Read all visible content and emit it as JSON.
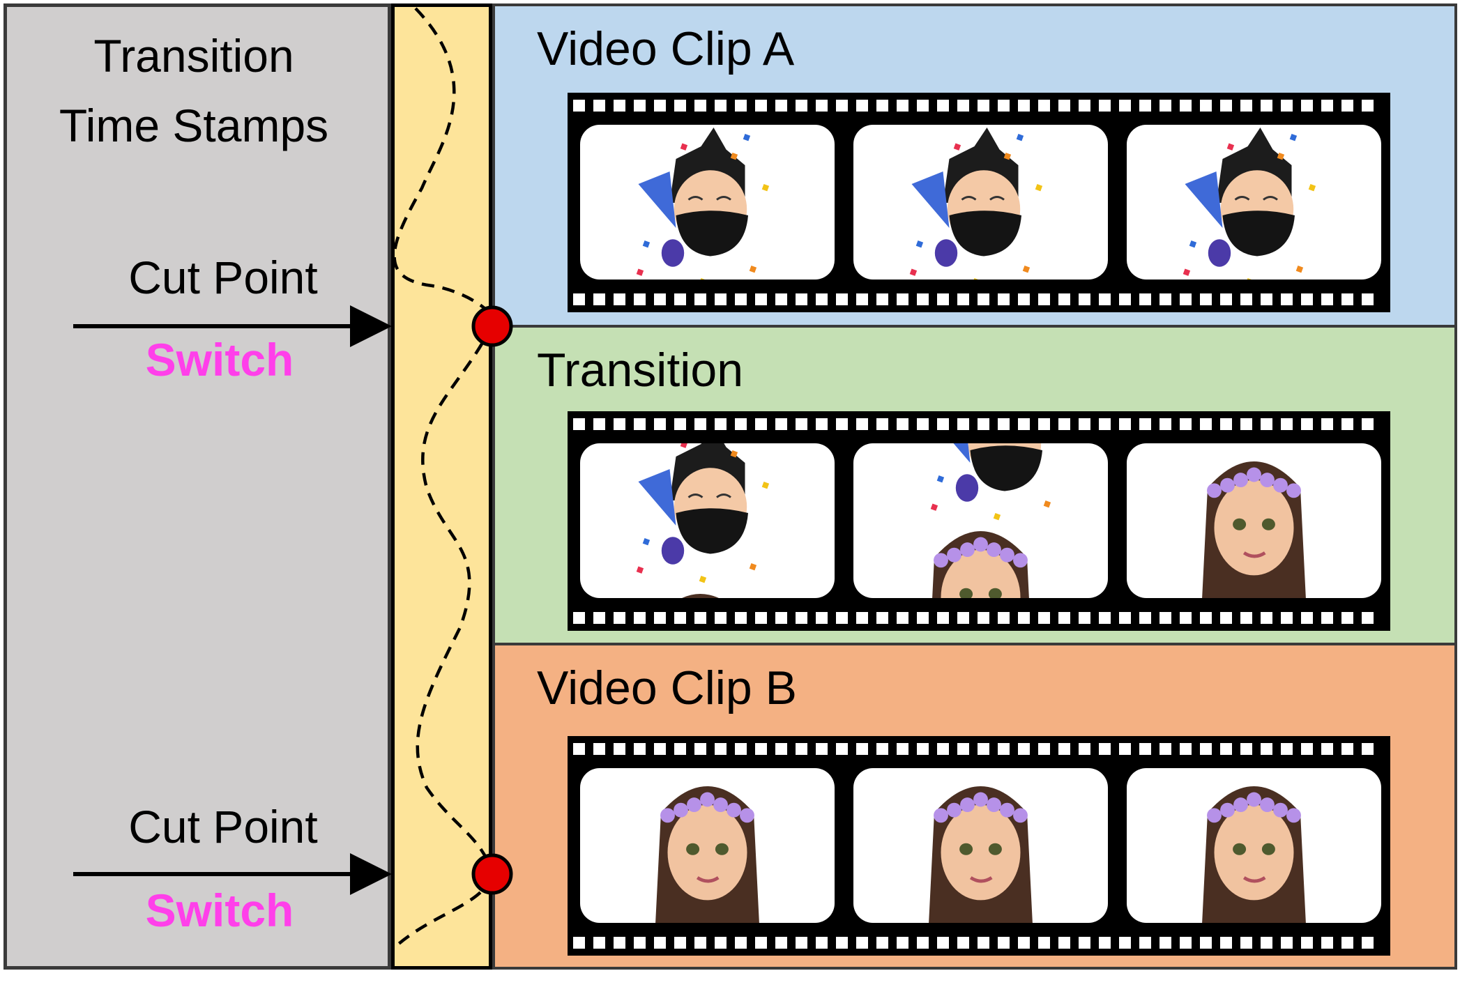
{
  "left_panel": {
    "title_line1": "Transition",
    "title_line2": "Time Stamps",
    "cut_points": [
      {
        "label": "Cut Point",
        "action": "Switch"
      },
      {
        "label": "Cut Point",
        "action": "Switch"
      }
    ]
  },
  "lanes": [
    {
      "title": "Video Clip A",
      "color": "#bdd7ee",
      "frames": [
        "boy",
        "boy",
        "boy"
      ]
    },
    {
      "title": "Transition",
      "color": "#c5e0b4",
      "frames": [
        "boy-girl-partial",
        "boy-girl-mid",
        "girl"
      ]
    },
    {
      "title": "Video Clip B",
      "color": "#f4b183",
      "frames": [
        "girl",
        "girl",
        "girl"
      ]
    }
  ],
  "colors": {
    "switch": "#ff3fea",
    "marker": "#e60000",
    "strip": "#fde49a",
    "left_panel": "#d0cece"
  }
}
